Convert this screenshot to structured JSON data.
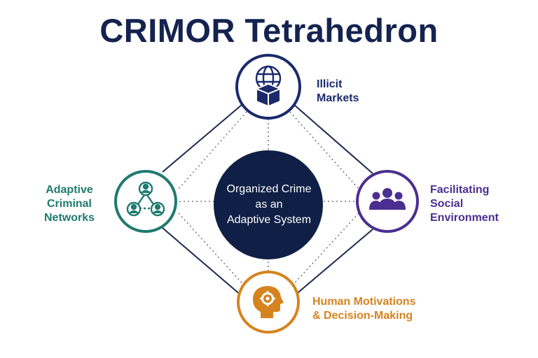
{
  "title": "CRIMOR Tetrahedron",
  "center": {
    "lines": [
      "Organized Crime",
      "as an",
      "Adaptive System"
    ]
  },
  "nodes": {
    "top": {
      "lines": [
        "Illicit",
        "Markets"
      ],
      "icon": "globe-box-icon",
      "color": "#1a2a6c"
    },
    "left": {
      "lines": [
        "Adaptive",
        "Criminal",
        "Networks"
      ],
      "icon": "network-icon",
      "color": "#1f7a6f"
    },
    "right": {
      "lines": [
        "Facilitating",
        "Social",
        "Environment"
      ],
      "icon": "people-group-icon",
      "color": "#4b2e91"
    },
    "bottom": {
      "lines": [
        "Human Motivations",
        "& Decision-Making"
      ],
      "icon": "head-gear-icon",
      "color": "#d6831f"
    }
  },
  "colors": {
    "title": "#14234f",
    "center_fill": "#0f1f45",
    "line": "#1c2a52"
  }
}
